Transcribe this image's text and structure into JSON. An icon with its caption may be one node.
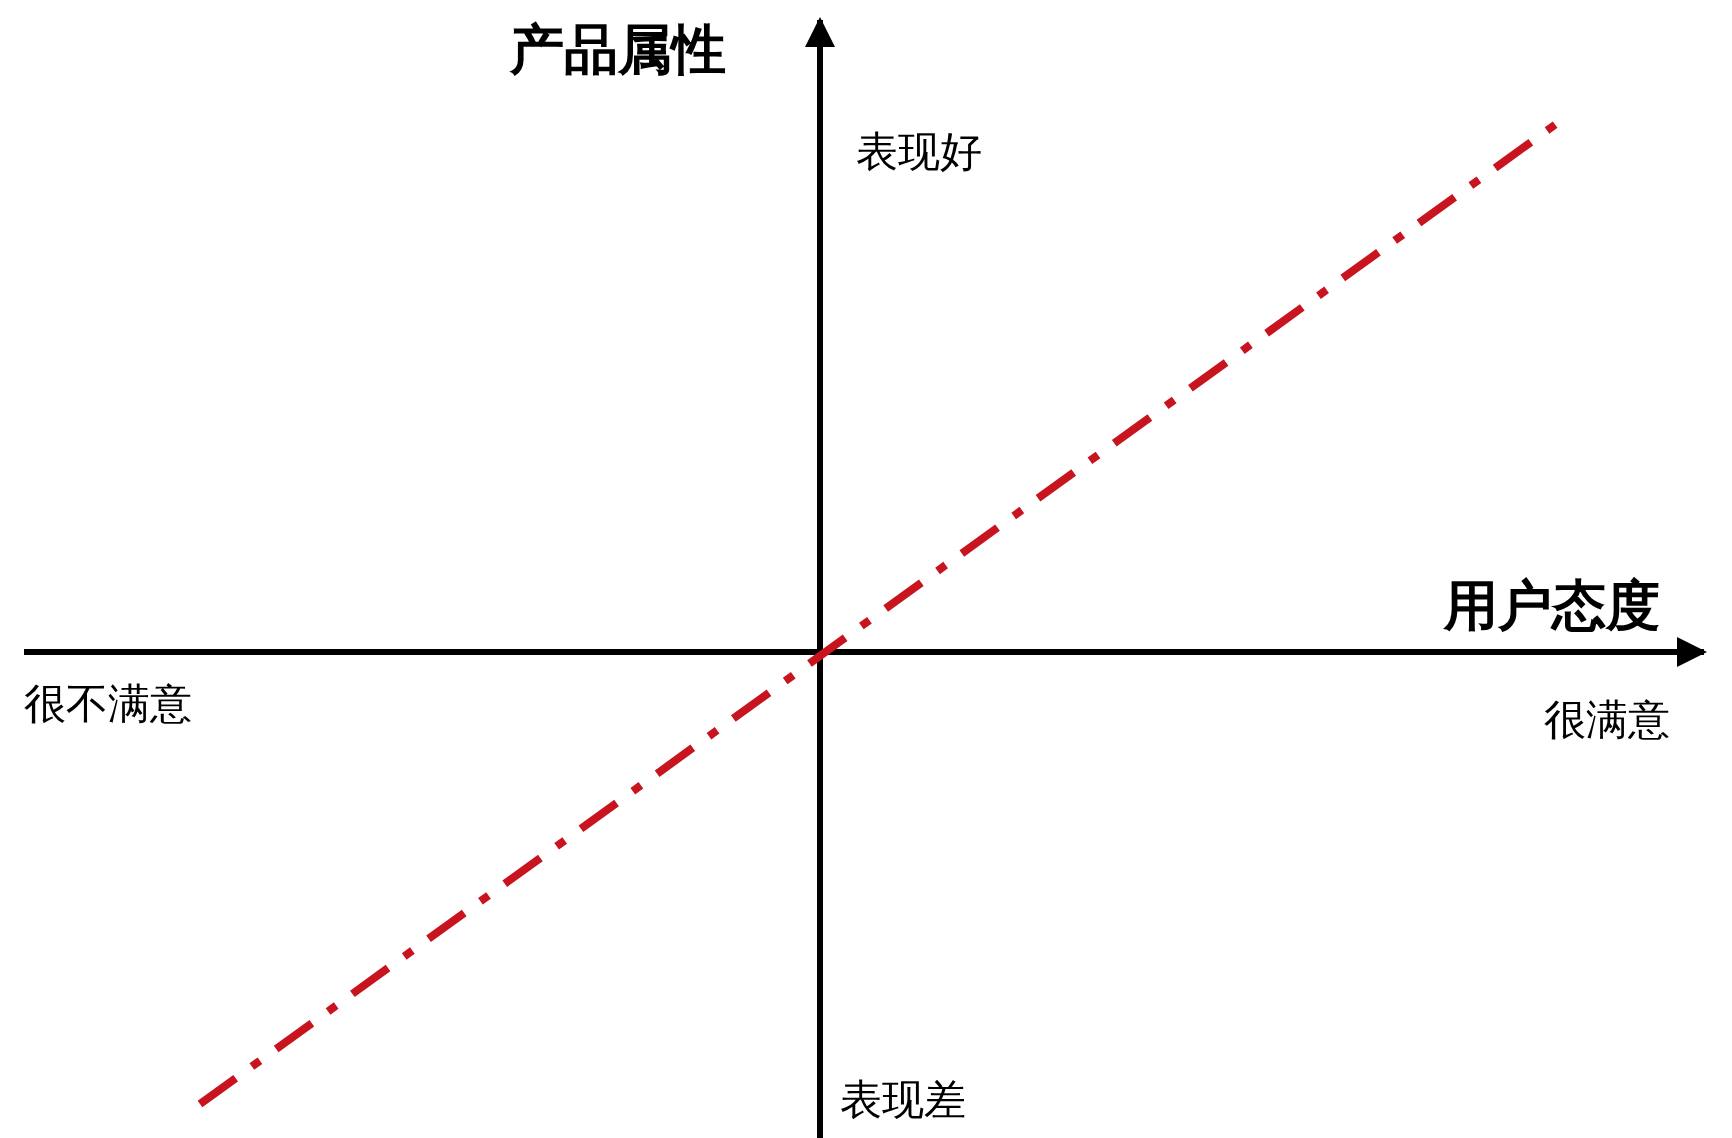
{
  "diagram": {
    "labels": [
      "产品属性",
      "表现好",
      "用户态度",
      "很不满意",
      "很满意",
      "表现差"
    ]
  }
}
